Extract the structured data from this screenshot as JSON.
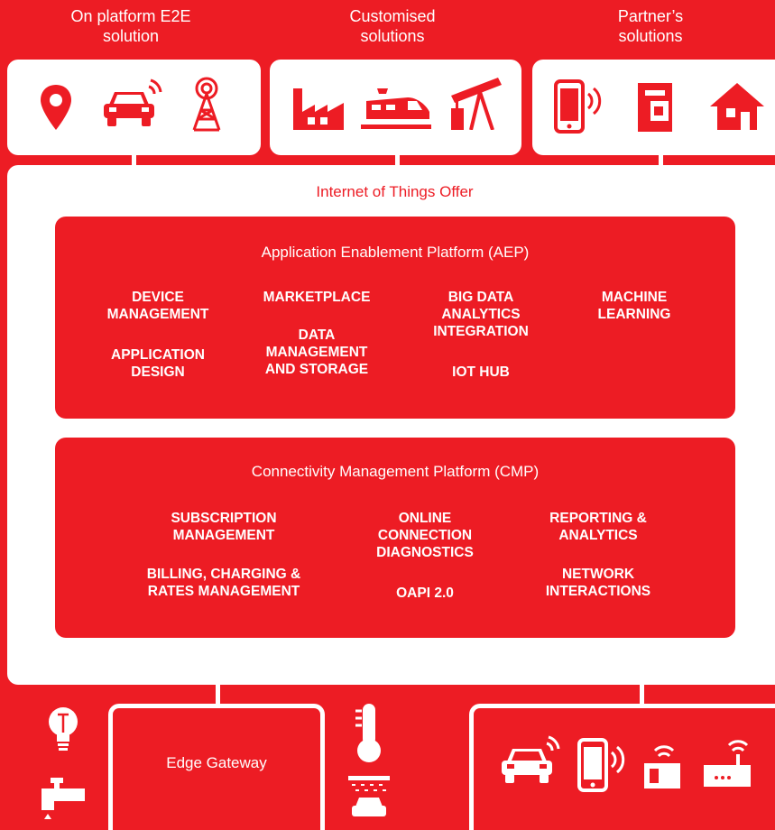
{
  "columns": {
    "col1": {
      "line1": "On platform E2E",
      "line2": "solution"
    },
    "col2": {
      "line1": "Customised",
      "line2": "solutions"
    },
    "col3": {
      "line1": "Partner’s",
      "line2": "solutions"
    }
  },
  "offer_title": "Internet of Things Offer",
  "aep": {
    "title": "Application Enablement Platform (AEP)",
    "items": {
      "device_mgmt": [
        "DEVICE",
        "MANAGEMENT"
      ],
      "marketplace": [
        "MARKETPLACE"
      ],
      "big_data": [
        "BIG DATA",
        "ANALYTICS",
        "INTEGRATION"
      ],
      "machine_learning": [
        "MACHINE",
        "LEARNING"
      ],
      "data_mgmt": [
        "DATA",
        "MANAGEMENT",
        "AND STORAGE"
      ],
      "app_design": [
        "APPLICATION",
        "DESIGN"
      ],
      "iot_hub": [
        "IOT HUB"
      ]
    }
  },
  "cmp": {
    "title": "Connectivity Management Platform (CMP)",
    "items": {
      "subscription": [
        "SUBSCRIPTION",
        "MANAGEMENT"
      ],
      "online_diag": [
        "ONLINE",
        "CONNECTION",
        "DIAGNOSTICS"
      ],
      "reporting": [
        "REPORTING &",
        "ANALYTICS"
      ],
      "billing": [
        "BILLING, CHARGING &",
        "RATES MANAGEMENT"
      ],
      "oapi": [
        "OAPI 2.0"
      ],
      "network": [
        "NETWORK",
        "INTERACTIONS"
      ]
    }
  },
  "edge_gateway": "Edge Gateway",
  "colors": {
    "brand_red": "#ED1C24",
    "white": "#FFFFFF"
  },
  "icons": [
    "location-pin-icon",
    "connected-car-icon",
    "radio-tower-icon",
    "factory-icon",
    "train-icon",
    "oil-pump-icon",
    "mobile-phone-icon",
    "coffee-machine-icon",
    "house-icon",
    "lightbulb-icon",
    "water-tap-icon",
    "thermometer-icon",
    "car-wash-icon",
    "connected-car-icon",
    "mobile-phone-icon",
    "sim-card-icon",
    "router-icon"
  ]
}
